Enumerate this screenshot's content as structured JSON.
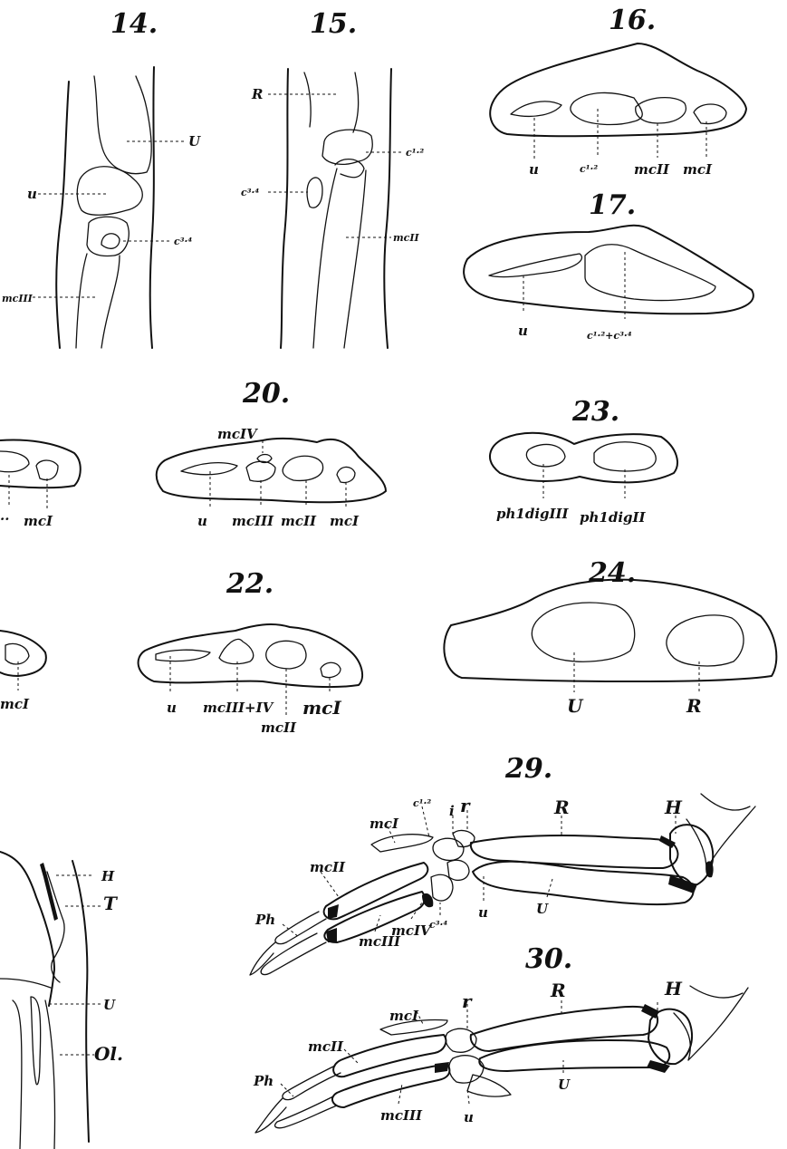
{
  "figures": {
    "f14": {
      "number": "14.",
      "labels": {
        "U": "U",
        "u": "u",
        "c3": "c³·⁴",
        "mcIII": "mcIII"
      }
    },
    "f15": {
      "number": "15.",
      "labels": {
        "R": "R",
        "c12": "c¹·²",
        "c34": "c³·⁴",
        "mcII": "mcII"
      }
    },
    "f16": {
      "number": "16.",
      "labels": {
        "u": "u",
        "c": "c¹·²",
        "mcII": "mcII",
        "mcI": "mcI"
      }
    },
    "f17": {
      "number": "17.",
      "labels": {
        "u": "u",
        "c": "c¹·²+c³·⁴"
      }
    },
    "f19": {
      "labels": {
        "left": "··",
        "mcI": "mcI"
      }
    },
    "f20": {
      "number": "20.",
      "labels": {
        "mcIV": "mcIV",
        "u": "u",
        "mcIII": "mcIII",
        "mcII": "mcII",
        "mcI": "mcI"
      }
    },
    "f23": {
      "number": "23.",
      "labels": {
        "ph3": "ph1digIII",
        "ph2": "ph1digII"
      }
    },
    "f21": {
      "labels": {
        "mcI": "mcI"
      }
    },
    "f22": {
      "number": "22.",
      "labels": {
        "u": "u",
        "mc34": "mcIII+IV",
        "mcII": "mcII",
        "mcI": "mcI"
      }
    },
    "f24": {
      "number": "24.",
      "labels": {
        "U": "U",
        "R": "R"
      }
    },
    "f28": {
      "labels": {
        "H": "H",
        "T": "T",
        "U": "U",
        "Ol": "Ol."
      }
    },
    "f29": {
      "number": "29.",
      "labels": {
        "c12": "c¹·²",
        "i": "i",
        "r": "r",
        "R": "R",
        "H": "H",
        "mcI": "mcI",
        "mcII": "mcII",
        "Ph": "Ph",
        "mcIV": "mcIV",
        "c34": "c³·⁴",
        "mcIII": "mcIII",
        "u": "u",
        "U": "U"
      }
    },
    "f30": {
      "number": "30.",
      "labels": {
        "R": "R",
        "H": "H",
        "r": "r",
        "mcI": "mcI",
        "mcII": "mcII",
        "Ph": "Ph",
        "U": "U",
        "u": "u",
        "mcIII": "mcIII"
      }
    }
  }
}
